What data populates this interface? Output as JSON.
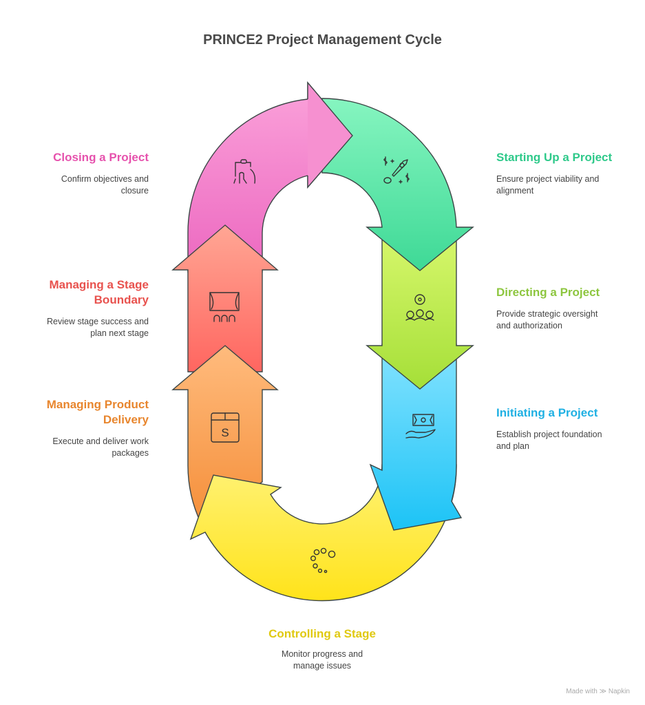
{
  "title": "PRINCE2 Project Management Cycle",
  "stages": {
    "starting": {
      "title": "Starting Up a Project",
      "desc_1": "Ensure project viability and",
      "desc_2": "alignment",
      "color": "#2ec98a",
      "icon": "rocket-money-icon"
    },
    "directing": {
      "title": "Directing a Project",
      "desc_1": "Provide strategic oversight",
      "desc_2": "and authorization",
      "color": "#8dc63f",
      "icon": "team-gear-icon"
    },
    "initiating": {
      "title": "Initiating a Project",
      "desc_1": "Establish project foundation",
      "desc_2": "and plan",
      "color": "#1fb0e3",
      "icon": "hand-money-icon"
    },
    "controlling": {
      "title": "Controlling a Stage",
      "desc_1": "Monitor progress and",
      "desc_2": "manage issues",
      "color": "#e0c910",
      "icon": "loading-circles-icon"
    },
    "delivery": {
      "title_1": "Managing Product",
      "title_2": "Delivery",
      "desc_1": "Execute and deliver work",
      "desc_2": "packages",
      "color": "#e8862e",
      "icon": "package-icon"
    },
    "boundary": {
      "title_1": "Managing a Stage",
      "title_2": "Boundary",
      "desc_1": "Review stage success and",
      "desc_2": "plan next stage",
      "color": "#e8524e",
      "icon": "stage-curtain-icon"
    },
    "closing": {
      "title": "Closing a Project",
      "desc_1": "Confirm objectives and",
      "desc_2": "closure",
      "color": "#e652ad",
      "icon": "clipboard-hand-icon"
    }
  },
  "footer": {
    "made_with": "Made with",
    "brand": "Napkin"
  }
}
